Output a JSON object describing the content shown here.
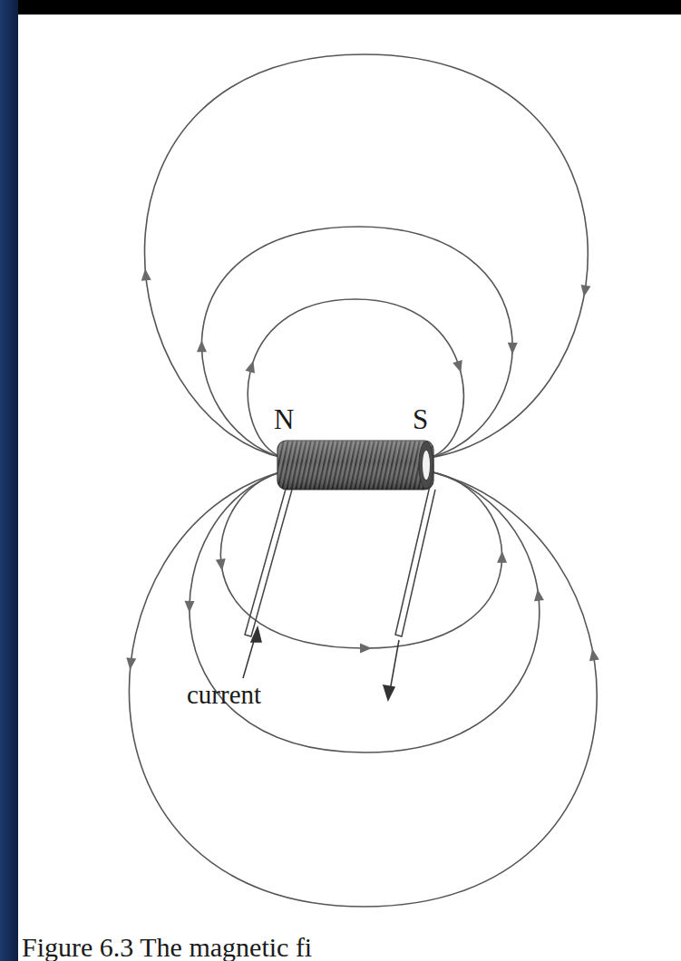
{
  "diagram": {
    "caption": "Figure 6.3 The magnetic fi",
    "labels": [
      "N",
      "S",
      "current"
    ]
  }
}
